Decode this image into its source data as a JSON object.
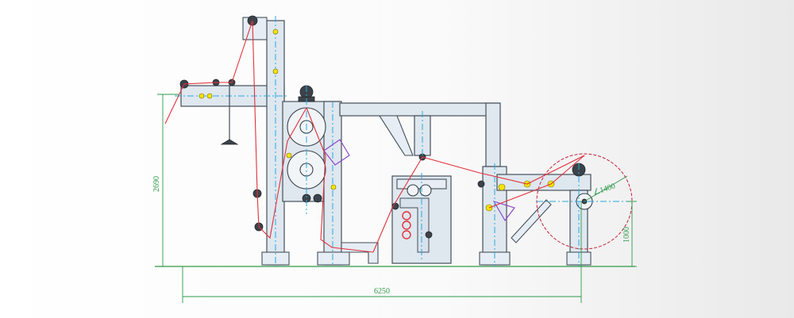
{
  "dimensions": {
    "overall_height": "2690",
    "overall_length": "6250",
    "roll_diameter": "∠1400",
    "roll_center_height": "1000"
  },
  "colors": {
    "frame": "#dfe7ef",
    "outline": "#46505a",
    "web_path": "#e0323c",
    "centerline": "#2aa8e0",
    "dimension": "#2f9a4a",
    "roller_highlight": "#f5e400"
  },
  "icons": [
    "motor-icon",
    "guide-roller-icon",
    "unwind-roll-icon"
  ]
}
